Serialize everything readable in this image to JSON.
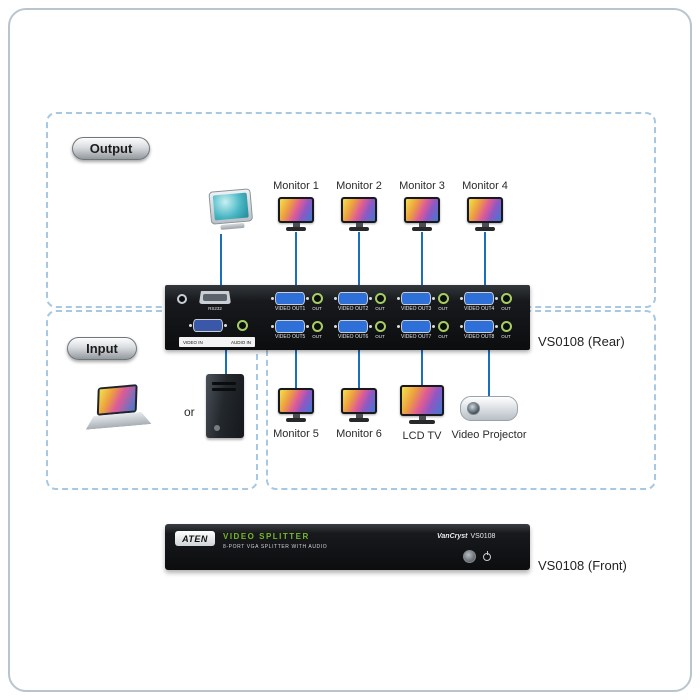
{
  "labels": {
    "output": "Output",
    "input": "Input",
    "or": "or",
    "rear_caption": "VS0108 (Rear)",
    "front_caption": "VS0108 (Front)"
  },
  "output_devices_top": [
    {
      "label": "Monitor 1"
    },
    {
      "label": "Monitor 2"
    },
    {
      "label": "Monitor 3"
    },
    {
      "label": "Monitor 4"
    }
  ],
  "output_devices_bottom": [
    {
      "label": "Monitor 5"
    },
    {
      "label": "Monitor 6"
    },
    {
      "label": "LCD TV"
    },
    {
      "label": "Video Projector"
    }
  ],
  "rear_panel": {
    "rs232_label": "RS232",
    "video_in_label": "VIDEO IN",
    "audio_in_label": "AUDIO IN",
    "out_ports": [
      {
        "video": "VIDEO OUT1",
        "audio": "OUT"
      },
      {
        "video": "VIDEO OUT2",
        "audio": "OUT"
      },
      {
        "video": "VIDEO OUT3",
        "audio": "OUT"
      },
      {
        "video": "VIDEO OUT4",
        "audio": "OUT"
      },
      {
        "video": "VIDEO OUT5",
        "audio": "OUT"
      },
      {
        "video": "VIDEO OUT6",
        "audio": "OUT"
      },
      {
        "video": "VIDEO OUT7",
        "audio": "OUT"
      },
      {
        "video": "VIDEO OUT8",
        "audio": "OUT"
      }
    ]
  },
  "front_panel": {
    "brand": "ATEN",
    "product": "VIDEO SPLITTER",
    "tagline": "8-PORT VGA SPLITTER WITH AUDIO",
    "series": "VanCryst",
    "model": "VS0108"
  },
  "colors": {
    "cable_blue": "#1a6fbd",
    "dashed_border": "#a7c8e2",
    "accent_green": "#76b82a"
  }
}
